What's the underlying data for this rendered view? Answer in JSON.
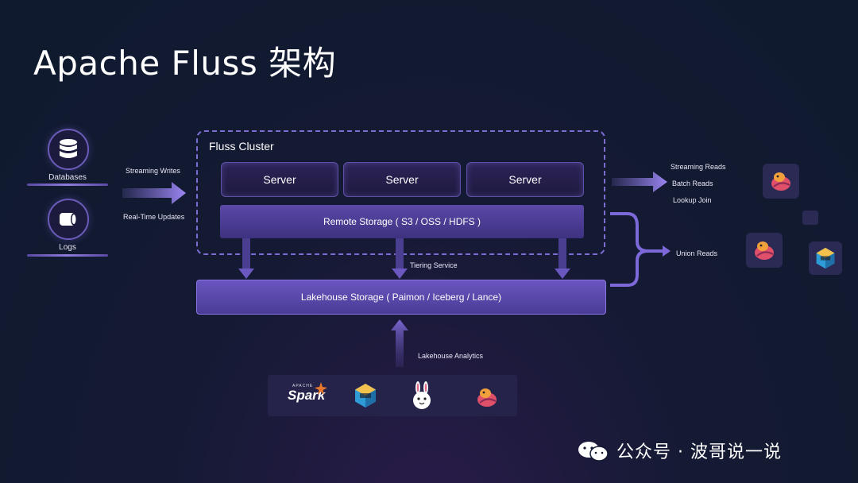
{
  "title": "Apache Fluss 架构",
  "sources": [
    {
      "label": "Databases",
      "icon": "database-icon"
    },
    {
      "label": "Logs",
      "icon": "log-icon"
    }
  ],
  "ingest": {
    "streaming_writes": "Streaming Writes",
    "realtime_updates": "Real-Time Updates"
  },
  "cluster": {
    "label": "Fluss Cluster",
    "servers": [
      "Server",
      "Server",
      "Server"
    ],
    "remote_storage": "Remote Storage ( S3 / OSS / HDFS )"
  },
  "tiering_service": "Tiering Service",
  "lakehouse_storage": "Lakehouse Storage  ( Paimon / Iceberg / Lance)",
  "lakehouse_analytics": "Lakehouse Analytics",
  "reads": {
    "streaming": "Streaming Reads",
    "batch": "Batch Reads",
    "lookup": "Lookup Join",
    "union": "Union Reads"
  },
  "engines": {
    "spark_small": "APACHE",
    "spark": "Spark",
    "icons": [
      "spark-logo-icon",
      "paimon-logo-icon",
      "rabbit-logo-icon",
      "flink-logo-icon"
    ]
  },
  "watermark": "公众号 · 波哥说一说",
  "colors": {
    "accent": "#7c6bd0",
    "remote_storage": "#4d3e96",
    "lakehouse": "#5a48ae",
    "flink_red": "#e0506a",
    "spark_orange": "#e8772e"
  }
}
